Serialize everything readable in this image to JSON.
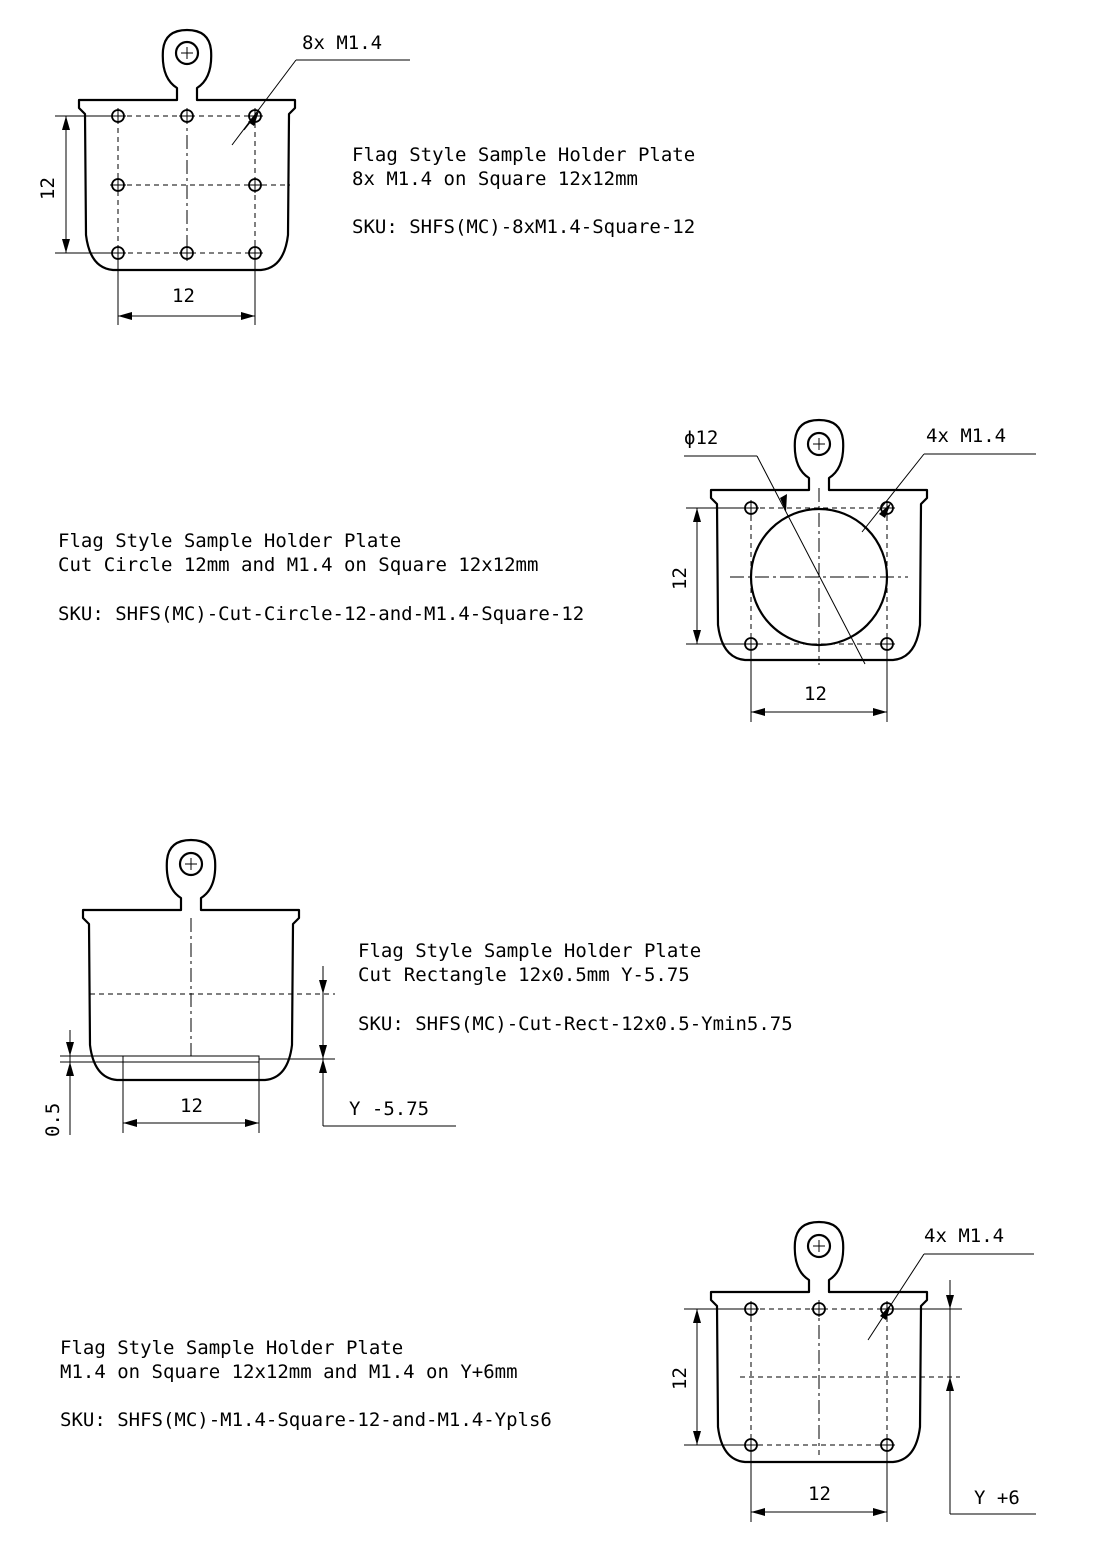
{
  "panels": [
    {
      "callout": "8x  M1.4",
      "dim_vertical": "12",
      "dim_horizontal": "12",
      "title": "Flag Style Sample Holder Plate",
      "subtitle": "8x M1.4 on Square 12x12mm",
      "sku": "SKU: SHFS(MC)-8xM1.4-Square-12"
    },
    {
      "callout_left": "ϕ12",
      "callout_right": "4x  M1.4",
      "dim_vertical": "12",
      "dim_horizontal": "12",
      "title": "Flag Style Sample Holder Plate",
      "subtitle": "Cut Circle 12mm and M1.4 on Square 12x12mm",
      "sku": "SKU: SHFS(MC)-Cut-Circle-12-and-M1.4-Square-12"
    },
    {
      "dim_vertical": "0.5",
      "dim_horizontal": "12",
      "dim_y": "Y  -5.75",
      "title": "Flag Style Sample Holder Plate",
      "subtitle": "Cut Rectangle 12x0.5mm Y-5.75",
      "sku": "SKU: SHFS(MC)-Cut-Rect-12x0.5-Ymin5.75"
    },
    {
      "callout": "4x  M1.4",
      "dim_vertical": "12",
      "dim_horizontal": "12",
      "dim_y": "Y  +6",
      "title": "Flag Style Sample Holder Plate",
      "subtitle": "M1.4 on Square 12x12mm and M1.4 on Y+6mm",
      "sku": "SKU: SHFS(MC)-M1.4-Square-12-and-M1.4-Ypls6"
    }
  ]
}
